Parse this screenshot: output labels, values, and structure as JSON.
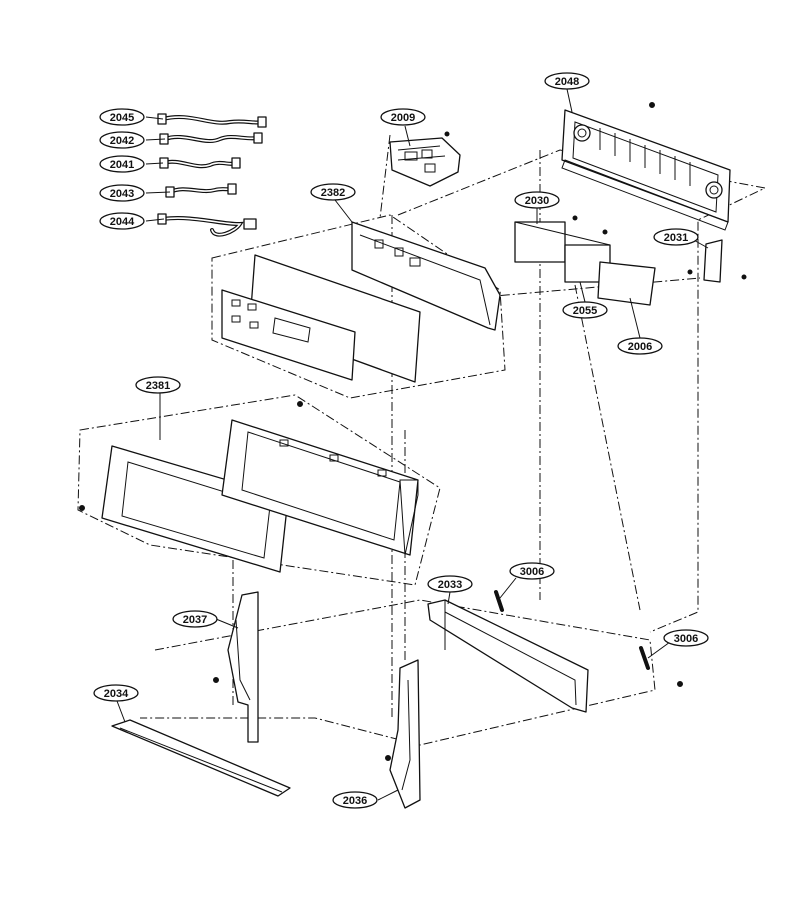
{
  "part_labels": {
    "p2045": "2045",
    "p2042": "2042",
    "p2041": "2041",
    "p2043": "2043",
    "p2044": "2044",
    "p2009": "2009",
    "p2382": "2382",
    "p2048": "2048",
    "p2030": "2030",
    "p2031": "2031",
    "p2055": "2055",
    "p2006": "2006",
    "p2381": "2381",
    "p2033": "2033",
    "p3006a": "3006",
    "p3006b": "3006",
    "p2037": "2037",
    "p2034": "2034",
    "p2036": "2036"
  }
}
